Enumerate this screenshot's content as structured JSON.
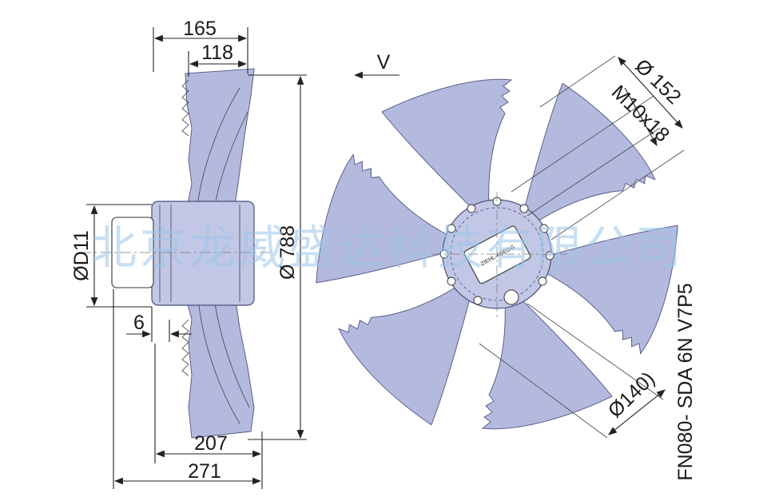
{
  "dimensions": {
    "side_top_width": "165",
    "side_sub_width": "118",
    "hub_diameter": "ØD11",
    "blade_offset": "6",
    "overall_height": "Ø 788",
    "bottom_inner": "207",
    "bottom_outer": "271",
    "view_label": "V",
    "outer_diameter": "Ø 152",
    "bolt_spec": "M10x18",
    "hole_circle": "Ø140)",
    "hub_label": "ZIEHL-ABEGG"
  },
  "model_code": "FN080- SDA 6N V7P5",
  "watermark": "北京龙威盛达科技有限公司",
  "colors": {
    "blade": "#b4bade",
    "outline": "#5a5f8c",
    "watermark": "#9cc6e8"
  }
}
